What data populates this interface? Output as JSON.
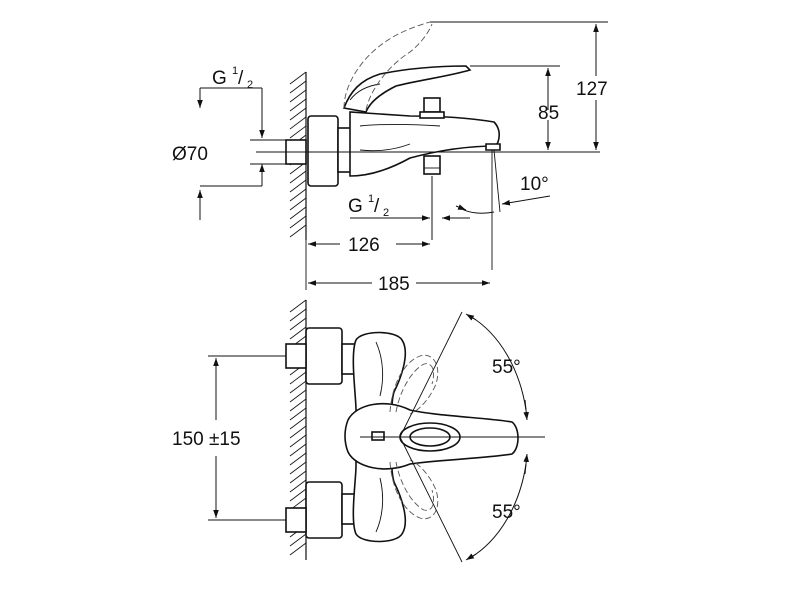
{
  "side_view": {
    "dim_inlet_thread": {
      "prefix": "G",
      "num": "1",
      "slash": "/",
      "den": "2"
    },
    "dim_diameter": "Ø70",
    "dim_outlet_thread": {
      "prefix": "G",
      "num": "1",
      "slash": "/",
      "den": "2"
    },
    "dim_angle": "10°",
    "dim_height_85": "85",
    "dim_height_127": "127",
    "dim_126": "126",
    "dim_185": "185"
  },
  "top_view": {
    "dim_centers": "150 ±15",
    "angle_upper": "55°",
    "angle_lower": "55°"
  }
}
